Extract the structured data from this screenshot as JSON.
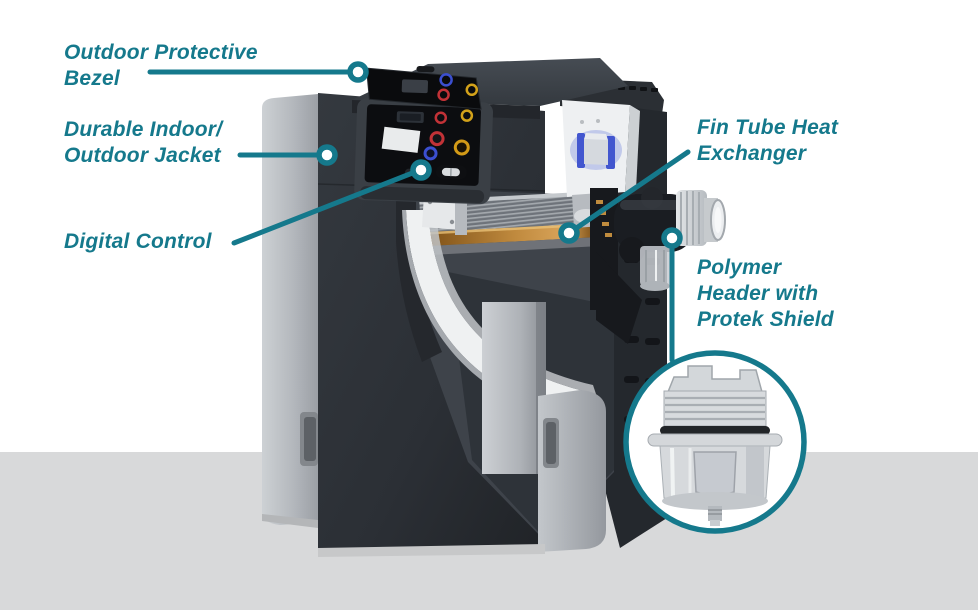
{
  "colors": {
    "accent": "#15798c",
    "floor": "#d8d9da",
    "jacket_dark": "#2e3339",
    "pillar_gray": "#b7bbc0",
    "copper": "#c08a3e",
    "valve_blue": "#4256cf",
    "inset_background": "#ffffff"
  },
  "callouts": [
    {
      "id": "outdoor-protective-bezel",
      "lines": [
        "Outdoor Protective",
        "Bezel"
      ]
    },
    {
      "id": "durable-indoor-outdoor-jacket",
      "lines": [
        "Durable Indoor/",
        "Outdoor Jacket"
      ]
    },
    {
      "id": "digital-control",
      "lines": [
        "Digital Control"
      ]
    },
    {
      "id": "fin-tube-heat-exchanger",
      "lines": [
        "Fin Tube Heat",
        "Exchanger"
      ]
    },
    {
      "id": "polymer-header-protek-shield",
      "lines": [
        "Polymer",
        "Header with",
        "Protek Shield"
      ]
    }
  ]
}
